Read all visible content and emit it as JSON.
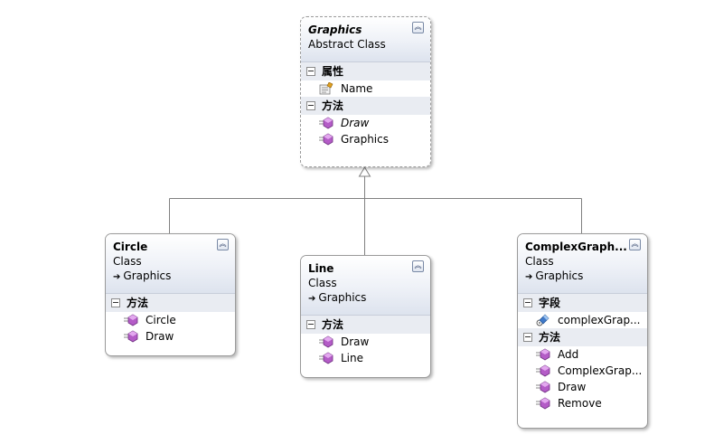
{
  "diagram": {
    "classes": {
      "graphics": {
        "name": "Graphics",
        "type": "Abstract Class",
        "sections": [
          {
            "label": "属性",
            "members": [
              {
                "icon": "property-icon",
                "label": "Name"
              }
            ]
          },
          {
            "label": "方法",
            "members": [
              {
                "icon": "method-icon",
                "label": "Draw",
                "italic": true
              },
              {
                "icon": "method-icon",
                "label": "Graphics"
              }
            ]
          }
        ]
      },
      "circle": {
        "name": "Circle",
        "type": "Class",
        "inherits": "Graphics",
        "sections": [
          {
            "label": "方法",
            "members": [
              {
                "icon": "method-icon",
                "label": "Circle"
              },
              {
                "icon": "method-icon",
                "label": "Draw"
              }
            ]
          }
        ]
      },
      "line": {
        "name": "Line",
        "type": "Class",
        "inherits": "Graphics",
        "sections": [
          {
            "label": "方法",
            "members": [
              {
                "icon": "method-icon",
                "label": "Draw"
              },
              {
                "icon": "method-icon",
                "label": "Line"
              }
            ]
          }
        ]
      },
      "complex": {
        "name": "ComplexGraph...",
        "type": "Class",
        "inherits": "Graphics",
        "sections": [
          {
            "label": "字段",
            "members": [
              {
                "icon": "field-icon",
                "label": "complexGrap..."
              }
            ]
          },
          {
            "label": "方法",
            "members": [
              {
                "icon": "method-icon",
                "label": "Add"
              },
              {
                "icon": "method-icon",
                "label": "ComplexGrap..."
              },
              {
                "icon": "method-icon",
                "label": "Draw"
              },
              {
                "icon": "method-icon",
                "label": "Remove"
              }
            ]
          }
        ]
      }
    },
    "colors": {
      "method": "#b45cc7",
      "connector": "#808080",
      "header_gradient_end": "#dde3ee",
      "section_bg": "#e9ecf2"
    }
  }
}
